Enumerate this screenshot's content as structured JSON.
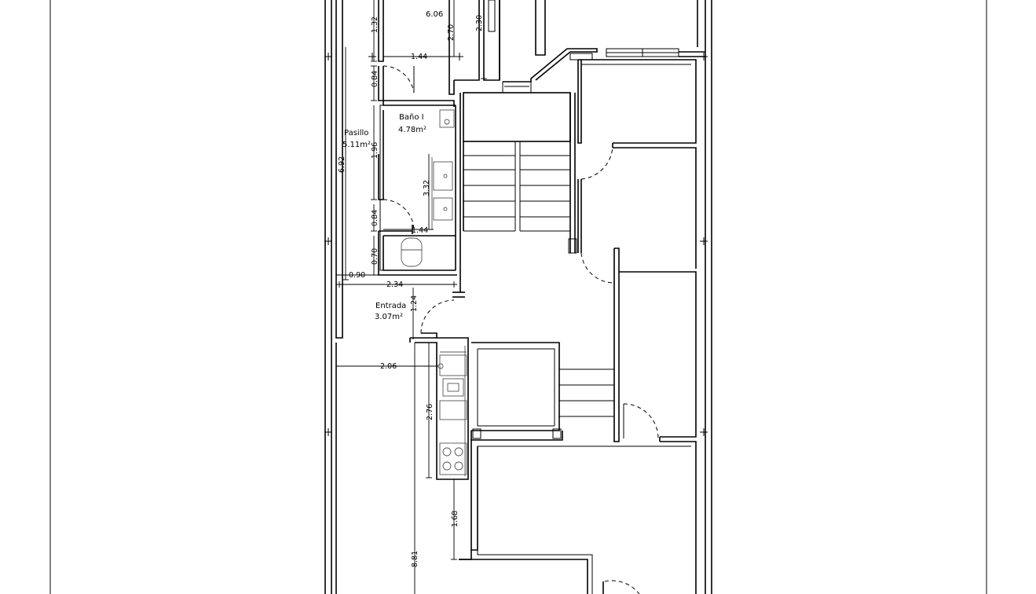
{
  "rooms": {
    "room_top": {
      "area": "6.06"
    },
    "bano": {
      "name": "Baño I",
      "area": "4.78m²"
    },
    "pasillo": {
      "name": "Pasillo",
      "area": "5.11m²"
    },
    "entrada": {
      "name": "Entrada",
      "area": "3.07m²"
    }
  },
  "dimensions": {
    "d_132": "1.32",
    "d_270": "2.70",
    "d_230": "2.30",
    "d_144a": "1.44",
    "d_084a": "0.84",
    "d_196": "1.96",
    "d_692": "6.92",
    "d_332": "3.32",
    "d_084b": "0.84",
    "d_144b": "1.44",
    "d_070": "0.70",
    "d_090": "0.90",
    "d_234": "2.34",
    "d_124": "1.24",
    "d_206": "2.06",
    "d_276": "2.76",
    "d_168": "1.68",
    "d_881": "8.81"
  }
}
